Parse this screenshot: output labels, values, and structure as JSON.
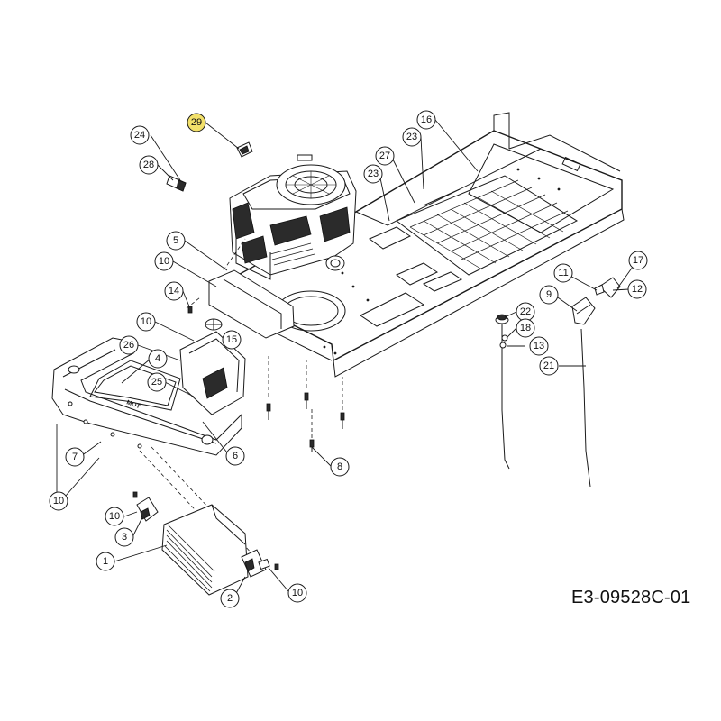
{
  "callouts": [
    "29",
    "24",
    "28",
    "16",
    "23",
    "27",
    "23",
    "5",
    "10",
    "14",
    "15",
    "10",
    "26",
    "4",
    "25",
    "6",
    "7",
    "10",
    "8",
    "17",
    "11",
    "12",
    "9",
    "22",
    "18",
    "13",
    "21",
    "10",
    "3",
    "1",
    "2",
    "10"
  ],
  "drawing_id": "E3-09528C-01",
  "highlight_color": "#f2e06a"
}
